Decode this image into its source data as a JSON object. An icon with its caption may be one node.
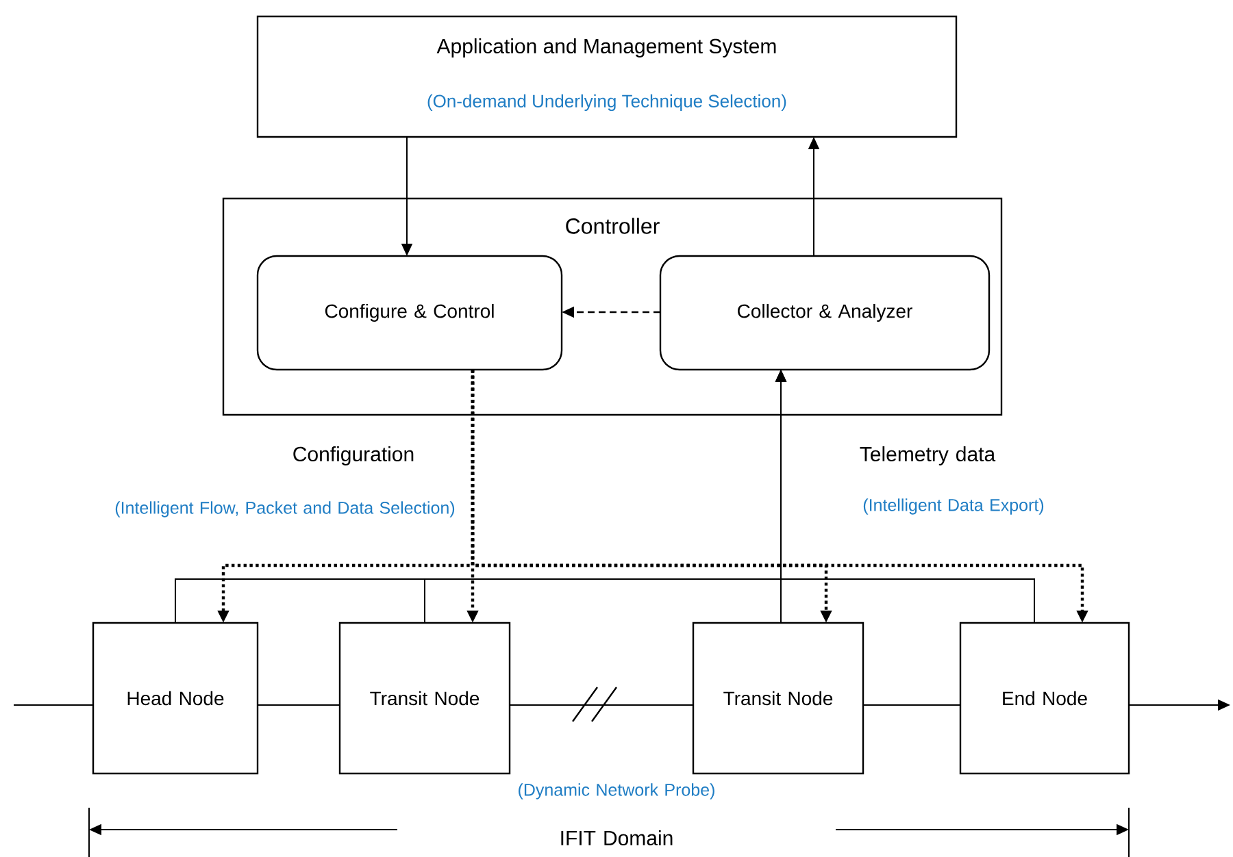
{
  "diagram": {
    "nodes": [
      {
        "text": [
          "Application and Management System",
          "(On-demand Underlying Technique Selection)"
        ]
      },
      {
        "text": [
          "Controller"
        ]
      },
      {
        "text": [
          "Configure & Control"
        ],
        "in": 1
      },
      {
        "text": [
          "Collector & Analyzer"
        ],
        "in": 1
      },
      {
        "text": [
          "Head Node"
        ]
      },
      {
        "text": [
          "Transit Node"
        ]
      },
      {
        "text": [
          "Transit Node"
        ]
      },
      {
        "text": [
          "End Node"
        ]
      }
    ],
    "edges": [
      {
        "from": 0,
        "to": 2,
        "arrow": "to"
      },
      {
        "from": 3,
        "to": 0,
        "arrow": "to"
      },
      {
        "from": 3,
        "to": 2,
        "arrow": "to",
        "style": "dashed"
      },
      {
        "from": 2,
        "to": 4,
        "arrow": "to",
        "style": "dashed"
      },
      {
        "from": 2,
        "to": 5,
        "arrow": "to",
        "style": "dashed"
      },
      {
        "from": 2,
        "to": 6,
        "arrow": "to",
        "style": "dashed"
      },
      {
        "from": 2,
        "to": 7,
        "arrow": "to",
        "style": "dashed"
      },
      {
        "from": 4,
        "to": 3,
        "arrow": "to"
      },
      {
        "from": 5,
        "to": 3,
        "arrow": "to"
      },
      {
        "from": 6,
        "to": 3,
        "arrow": "to"
      },
      {
        "from": 7,
        "to": 3,
        "arrow": "to"
      },
      {
        "from": null,
        "to": 4,
        "arrow": "none"
      },
      {
        "from": 4,
        "to": 5,
        "arrow": "none"
      },
      {
        "from": 5,
        "to": 6,
        "arrow": "none"
      },
      {
        "from": 6,
        "to": 7,
        "arrow": "none"
      },
      {
        "from": 7,
        "to": null,
        "arrow": "to"
      }
    ],
    "labels": [
      "Configuration",
      "(Intelligent Flow, Packet and Data Selection)",
      "Telemetry data",
      "(Intelligent Data Export)",
      "(Dynamic Network Probe)",
      "IFIT Domain"
    ]
  }
}
